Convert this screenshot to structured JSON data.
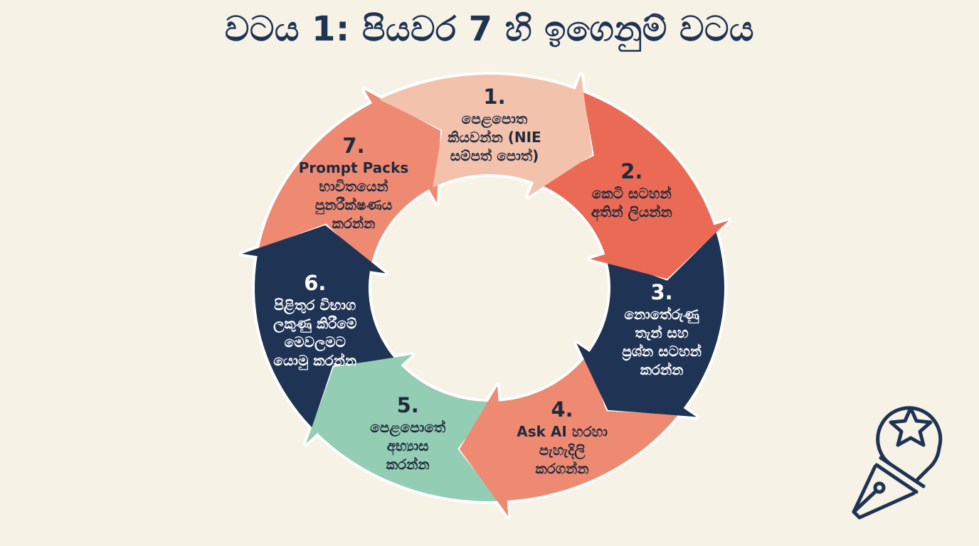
{
  "title": "වටය 1: පියවර 7 හි ඉගෙනුම් වටය",
  "colors": {
    "background": "#f7f2e6",
    "title": "#1f3354",
    "light_peach": "#f3c2ac",
    "coral": "#ea6a55",
    "salmon": "#ee8a72",
    "navy": "#1f3354",
    "mint": "#93cdb3"
  },
  "steps": [
    {
      "num": "1.",
      "text": "පෙළපොත\nකියවන්න (NIE\nසම්පත් පොත්)",
      "color": "#f3c2ac",
      "text_color": "#1f2a3d"
    },
    {
      "num": "2.",
      "text": "කෙටි සටහන්\nඅතින් ලියන්න",
      "color": "#ea6a55",
      "text_color": "#1f2a3d"
    },
    {
      "num": "3.",
      "text": "නොතේරුණු\nතැන් සහ\nප්‍රශ්න සටහන්\nකරන්න",
      "color": "#1f3354",
      "text_color": "#ffffff"
    },
    {
      "num": "4.",
      "text": "Ask AI හරහා\nපැහැදිලි\nකරගන්න",
      "color": "#ee8a72",
      "text_color": "#1f2a3d"
    },
    {
      "num": "5.",
      "text": "පෙළපොතේ\nඅභ්‍යාස\nකරන්න",
      "color": "#93cdb3",
      "text_color": "#1f2a3d"
    },
    {
      "num": "6.",
      "text": "පිළිතුර විභාග\nලකුණු කිරීමේ\nමෙවලමට\nයොමු කරන්න",
      "color": "#1f3354",
      "text_color": "#ffffff"
    },
    {
      "num": "7.",
      "text": "Prompt Packs\nභාවිතයෙන්\nපුනරීක්ෂණය\nකරන්න",
      "color": "#ee8a72",
      "text_color": "#1f2a3d"
    }
  ],
  "icons": {
    "corner": "pen-lightbulb-star-icon"
  }
}
